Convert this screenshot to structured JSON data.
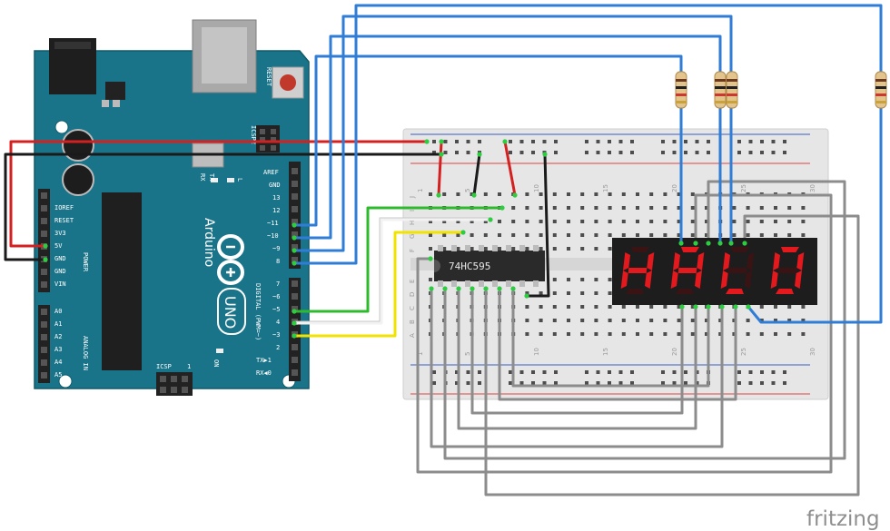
{
  "brand": "fritzing",
  "arduino": {
    "name": "Arduino",
    "model": "UNO",
    "reset_label": "RESET",
    "icsp_label": "ICSP",
    "icsp2_label": "ICSP2",
    "on_label": "ON",
    "l_label": "L",
    "tx_label": "TX",
    "rx_label": "RX",
    "digital_label": "DIGITAL (PWM=~)",
    "power_label": "POWER",
    "analog_label": "ANALOG IN",
    "icsp_pin_one": "1",
    "power_pins": [
      "IOREF",
      "RESET",
      "3V3",
      "5V",
      "GND",
      "GND",
      "VIN"
    ],
    "analog_pins": [
      "A0",
      "A1",
      "A2",
      "A3",
      "A4",
      "A5"
    ],
    "digital_pins_top": [
      "AREF",
      "GND",
      "13",
      "12",
      "~11",
      "~10",
      "~9",
      "8"
    ],
    "digital_pins_bottom": [
      "7",
      "~6",
      "~5",
      "4",
      "~3",
      "2",
      "TX▶1",
      "RX◀0"
    ]
  },
  "chip": {
    "label": "74HC595"
  },
  "breadboard": {
    "column_numbers": [
      "1",
      "5",
      "10",
      "15",
      "20",
      "25",
      "30"
    ],
    "row_letters_top": [
      "J",
      "I",
      "H",
      "G",
      "F"
    ],
    "row_letters_bottom": [
      "E",
      "D",
      "C",
      "B",
      "A"
    ]
  },
  "display": {
    "digits": [
      "H",
      "A",
      "L",
      "O"
    ],
    "color_on": "#e3191e"
  },
  "wire_colors": {
    "red": "#d42020",
    "black": "#1a1a1a",
    "blue": "#2f7dd6",
    "green": "#2dbb2d",
    "white": "#f2f2f2",
    "yellow": "#f2e200",
    "gray": "#8c8c8c"
  }
}
